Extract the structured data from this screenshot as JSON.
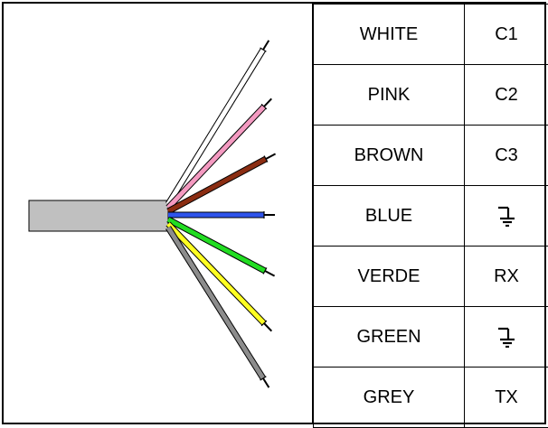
{
  "wires": [
    {
      "label": "WHITE",
      "signal": "C1",
      "ground": false,
      "color": "#ffffff"
    },
    {
      "label": "PINK",
      "signal": "C2",
      "ground": false,
      "color": "#f49ac1"
    },
    {
      "label": "BROWN",
      "signal": "C3",
      "ground": false,
      "color": "#8b2d12"
    },
    {
      "label": "BLUE",
      "signal": "",
      "ground": true,
      "color": "#2f54eb"
    },
    {
      "label": "VERDE",
      "signal": "RX",
      "ground": false,
      "color": "#22dd22"
    },
    {
      "label": "GREEN",
      "signal": "",
      "ground": true,
      "color": "#ffff22"
    },
    {
      "label": "GREY",
      "signal": "TX",
      "ground": false,
      "color": "#8c8c8c"
    }
  ],
  "colors": {
    "cable_jacket": "#c0c0c0",
    "outline": "#000000"
  }
}
